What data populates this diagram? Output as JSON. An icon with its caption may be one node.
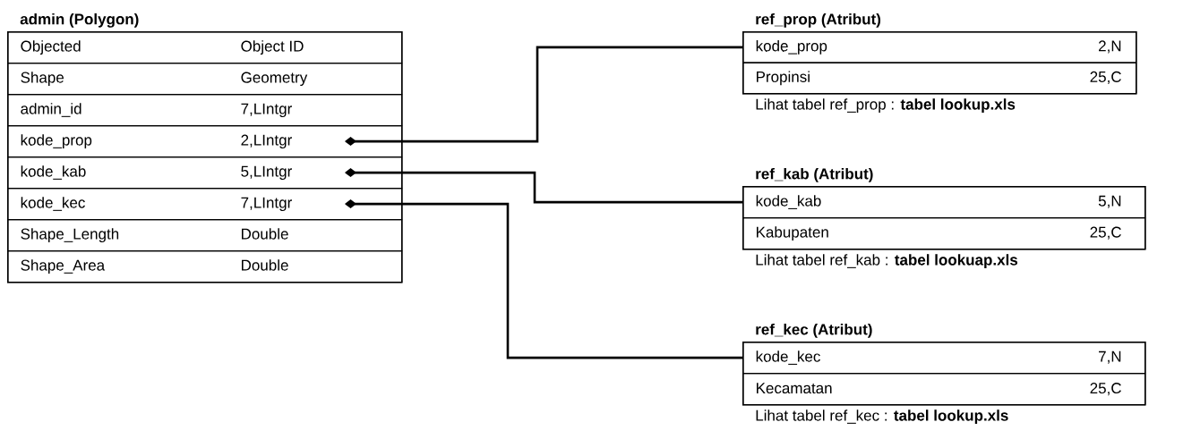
{
  "diagram": {
    "nodes": [
      {
        "text": [
          "admin (Polygon)"
        ]
      },
      {
        "text": [
          "Objected",
          "Object ID"
        ],
        "in": 0
      },
      {
        "text": [
          "Shape",
          "Geometry"
        ],
        "in": 0
      },
      {
        "text": [
          "admin_id",
          "7,LIntgr"
        ],
        "in": 0
      },
      {
        "text": [
          "kode_prop",
          "2,LIntgr"
        ],
        "in": 0
      },
      {
        "text": [
          "kode_kab",
          "5,LIntgr"
        ],
        "in": 0
      },
      {
        "text": [
          "kode_kec",
          "7,LIntgr"
        ],
        "in": 0
      },
      {
        "text": [
          "Shape_Length",
          "Double"
        ],
        "in": 0
      },
      {
        "text": [
          "Shape_Area",
          "Double"
        ],
        "in": 0
      },
      {
        "text": [
          "ref_prop (Atribut)"
        ],
        "beside": [
          "Lihat tabel ref_prop : **tabel lookup.xls**"
        ]
      },
      {
        "text": [
          "kode_prop",
          "2,N"
        ],
        "in": 9
      },
      {
        "text": [
          "Propinsi",
          "25,C"
        ],
        "in": 9
      },
      {
        "text": [
          "ref_kab (Atribut)"
        ],
        "beside": [
          "Lihat tabel ref_kab : **tabel lookuap.xls**"
        ]
      },
      {
        "text": [
          "kode_kab",
          "5,N"
        ],
        "in": 12
      },
      {
        "text": [
          "Kabupaten",
          "25,C"
        ],
        "in": 12
      },
      {
        "text": [
          "ref_kec (Atribut)"
        ],
        "beside": [
          "Lihat tabel ref_kec : **tabel lookup.xls**"
        ]
      },
      {
        "text": [
          "kode_kec",
          "7,N"
        ],
        "in": 15
      },
      {
        "text": [
          "Kecamatan",
          "25,C"
        ],
        "in": 15
      }
    ],
    "edges": [
      {
        "from": 4,
        "to": 10,
        "arrow": "other"
      },
      {
        "from": 5,
        "to": 13,
        "arrow": "other"
      },
      {
        "from": 6,
        "to": 16,
        "arrow": "other"
      }
    ]
  }
}
